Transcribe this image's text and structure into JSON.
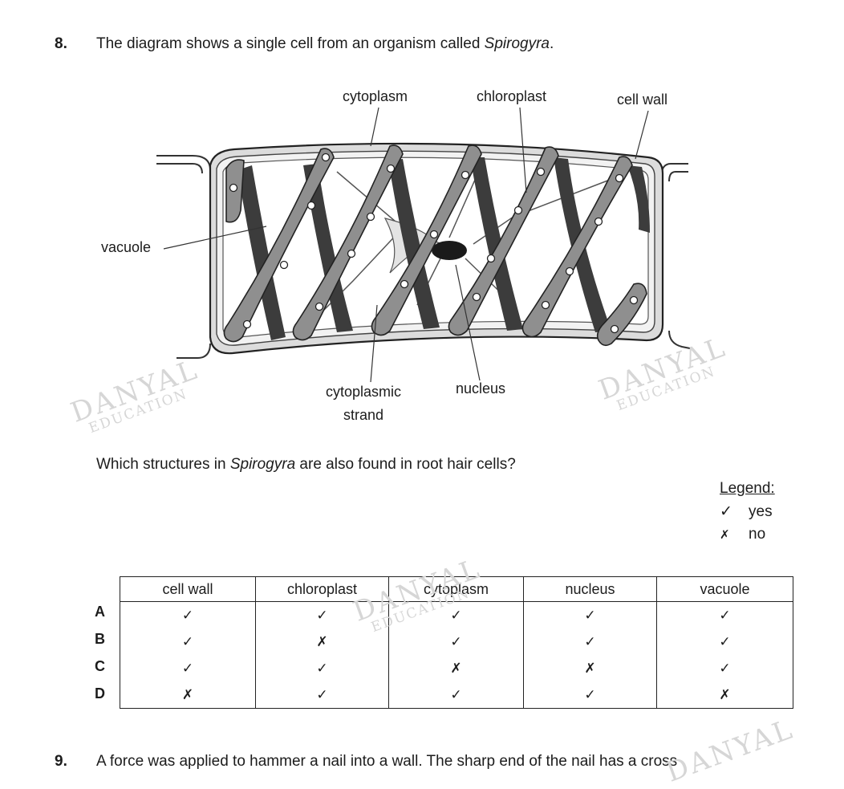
{
  "q8": {
    "number": "8.",
    "intro_pre": "The diagram shows a single cell from an organism called ",
    "intro_italic": "Spirogyra",
    "intro_post": ".",
    "question_pre": "Which structures in ",
    "question_italic": "Spirogyra",
    "question_post": " are also found in root hair cells?"
  },
  "diagram": {
    "labels": {
      "cytoplasm": "cytoplasm",
      "chloroplast": "chloroplast",
      "cell_wall": "cell wall",
      "vacuole": "vacuole",
      "strand_line1": "cytoplasmic",
      "strand_line2": "strand",
      "nucleus": "nucleus"
    }
  },
  "legend": {
    "title": "Legend:",
    "yes_symbol": "✓",
    "yes_label": "yes",
    "no_symbol": "✗",
    "no_label": "no"
  },
  "table": {
    "headers": [
      "cell wall",
      "chloroplast",
      "cytoplasm",
      "nucleus",
      "vacuole"
    ],
    "rows": [
      {
        "label": "A",
        "cells": [
          "✓",
          "✓",
          "✓",
          "✓",
          "✓"
        ]
      },
      {
        "label": "B",
        "cells": [
          "✓",
          "✗",
          "✓",
          "✓",
          "✓"
        ]
      },
      {
        "label": "C",
        "cells": [
          "✓",
          "✓",
          "✗",
          "✗",
          "✓"
        ]
      },
      {
        "label": "D",
        "cells": [
          "✗",
          "✓",
          "✓",
          "✓",
          "✗"
        ]
      }
    ]
  },
  "q9": {
    "number": "9.",
    "text": "A force was applied to hammer a nail into a wall. The sharp end of the nail has a cross"
  },
  "watermark": {
    "line1": "DANYAL",
    "line2": "EDUCATION"
  }
}
